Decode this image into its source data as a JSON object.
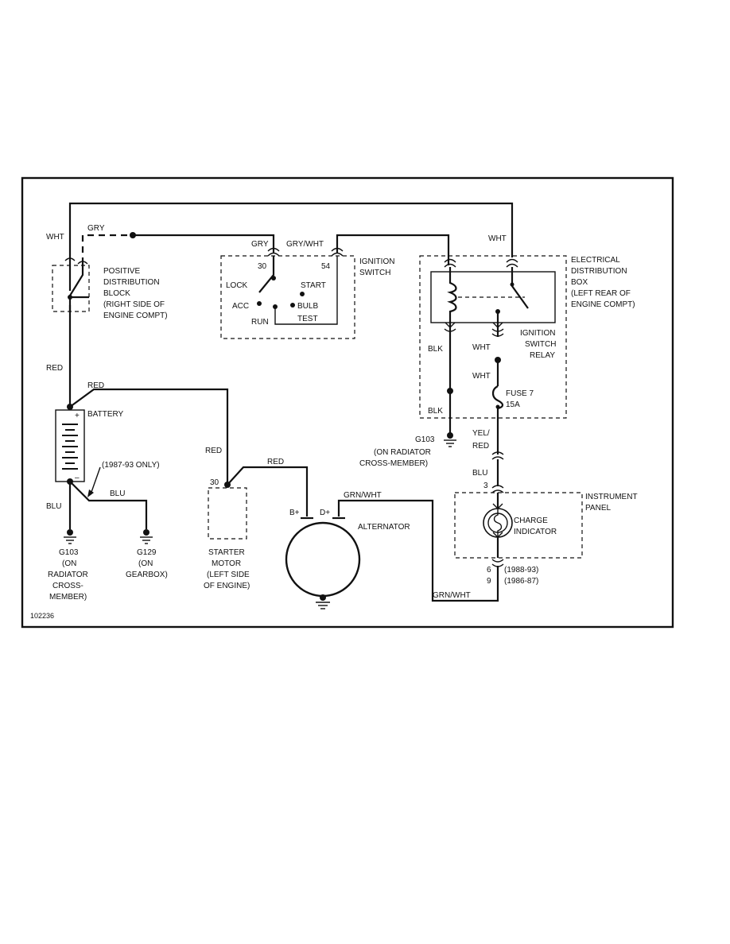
{
  "diagram": {
    "figure_id": "102236",
    "wire_labels": {
      "wht_left": "WHT",
      "gry_top": "GRY",
      "gry_switch": "GRY",
      "gry_wht": "GRY/WHT",
      "wht_right": "WHT",
      "red_vertical": "RED",
      "red_battery": "RED",
      "red_starter": "RED",
      "red_alt": "RED",
      "blu_ground": "BLU",
      "blu_gearbox": "BLU",
      "blk_upper": "BLK",
      "blk_lower": "BLK",
      "wht_relay": "WHT",
      "wht_fuse": "WHT",
      "yel_red_1": "YEL/",
      "yel_red_2": "RED",
      "blu_ip": "BLU",
      "grn_wht_top": "GRN/WHT",
      "grn_wht_bottom": "GRN/WHT"
    },
    "components": {
      "pdb": [
        "POSITIVE",
        "DISTRIBUTION",
        "BLOCK",
        "(RIGHT SIDE OF",
        "ENGINE COMPT)"
      ],
      "ignition_switch": [
        "IGNITION",
        "SWITCH"
      ],
      "ignition_positions": {
        "lock": "LOCK",
        "start": "START",
        "acc": "ACC",
        "bulb": "BULB",
        "test": "TEST",
        "run": "RUN",
        "term_30": "30",
        "term_54": "54"
      },
      "edb": [
        "ELECTRICAL",
        "DISTRIBUTION",
        "BOX",
        "(LEFT REAR OF",
        "ENGINE COMPT)"
      ],
      "relay": [
        "IGNITION",
        "SWITCH",
        "RELAY"
      ],
      "fuse": [
        "FUSE 7",
        "15A"
      ],
      "battery": "BATTERY",
      "battery_note": "(1987-93 ONLY)",
      "plus": "+",
      "minus": "–",
      "starter_term": "30",
      "starter": [
        "STARTER",
        "MOTOR",
        "(LEFT SIDE",
        "OF ENGINE)"
      ],
      "alt_bplus": "B+",
      "alt_dplus": "D+",
      "alternator": "ALTERNATOR",
      "ip": [
        "INSTRUMENT",
        "PANEL"
      ],
      "charge": [
        "CHARGE",
        "INDICATOR"
      ],
      "ip_pin_top": "3",
      "ip_pin_6": "6",
      "ip_pin_9": "9",
      "ip_year_1": "(1988-93)",
      "ip_year_2": "(1986-87)",
      "g103_right": [
        "G103",
        "(ON RADIATOR",
        "CROSS-MEMBER)"
      ],
      "g103_left": [
        "G103",
        "(ON",
        "RADIATOR",
        "CROSS-",
        "MEMBER)"
      ],
      "g129": [
        "G129",
        "(ON",
        "GEARBOX)"
      ]
    }
  }
}
